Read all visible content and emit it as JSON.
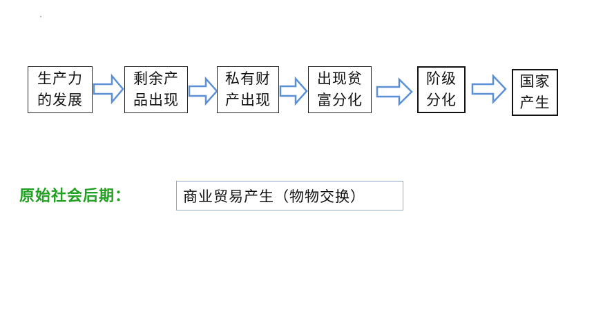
{
  "flow": {
    "steps": [
      {
        "line1": "生产力",
        "line2": "的发展"
      },
      {
        "line1": "剩余产",
        "line2": "品出现"
      },
      {
        "line1": "私有财",
        "line2": "产出现"
      },
      {
        "line1": "出现贫",
        "line2": "富分化"
      },
      {
        "line1": "阶级",
        "line2": "分化"
      },
      {
        "line1": "国家",
        "line2": "产生"
      }
    ]
  },
  "note": {
    "label": "原始社会后期：",
    "result": "商业贸易产生（物物交换）"
  },
  "colors": {
    "arrow_stroke": "#5b8fd6",
    "label_text": "#22a022",
    "result_border": "#8fa9c6"
  }
}
